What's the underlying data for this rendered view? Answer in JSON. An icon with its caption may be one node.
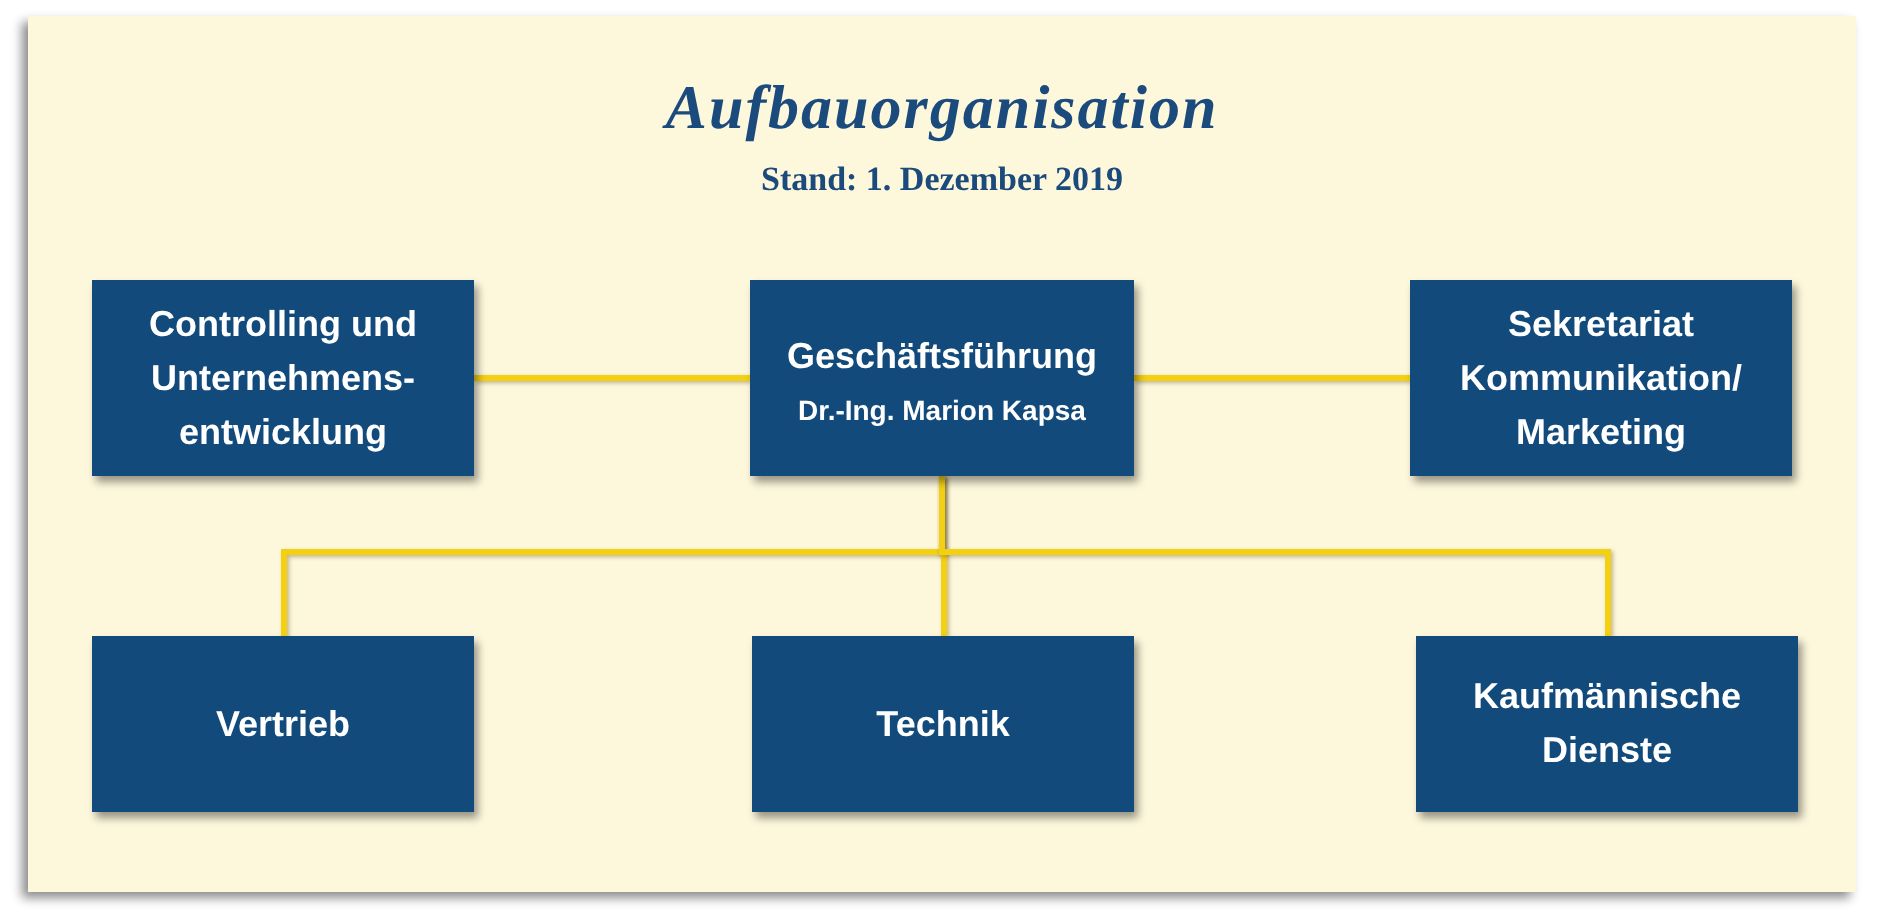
{
  "diagram": {
    "title": "Aufbauorganisation",
    "nodes": [
      {
        "text": [
          "Controlling und Unternehmens- entwicklung"
        ]
      },
      {
        "text": [
          "Geschäftsführung",
          "Dr.-Ing. Marion Kapsa"
        ]
      },
      {
        "text": [
          "Sekretariat Kommunikation/ Marketing"
        ]
      },
      {
        "text": [
          "Vertrieb"
        ]
      },
      {
        "text": [
          "Technik"
        ]
      },
      {
        "text": [
          "Kaufmännische Dienste"
        ]
      }
    ],
    "edges": [
      {
        "from": 1,
        "to": 0,
        "arrow": "none"
      },
      {
        "from": 1,
        "to": 2,
        "arrow": "none"
      },
      {
        "from": 1,
        "to": 3,
        "arrow": "none"
      },
      {
        "from": 1,
        "to": 4,
        "arrow": "none"
      },
      {
        "from": 1,
        "to": 5,
        "arrow": "none"
      }
    ],
    "labels": [
      "Stand: 1. Dezember 2019"
    ]
  }
}
